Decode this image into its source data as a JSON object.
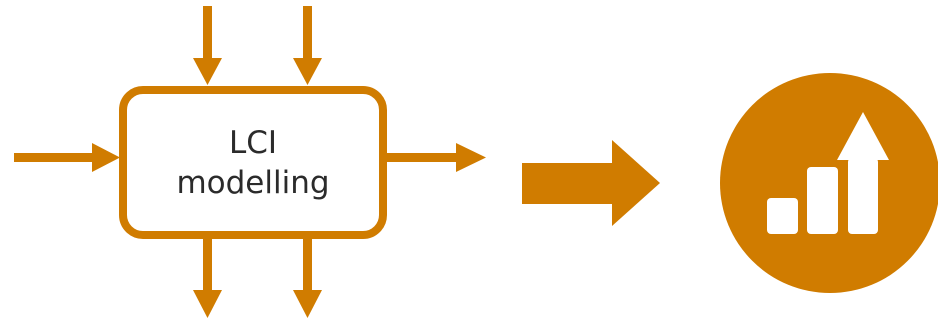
{
  "process_box": {
    "label_line1": "LCI",
    "label_line2": "modelling"
  },
  "colors": {
    "accent": "#D07C00",
    "box_fill": "#ffffff",
    "icon_fg": "#ffffff"
  },
  "icons": {
    "flow_arrow": "process-flow-arrows",
    "transition": "right-block-arrow",
    "result": "bar-chart-up-arrow-circle"
  }
}
